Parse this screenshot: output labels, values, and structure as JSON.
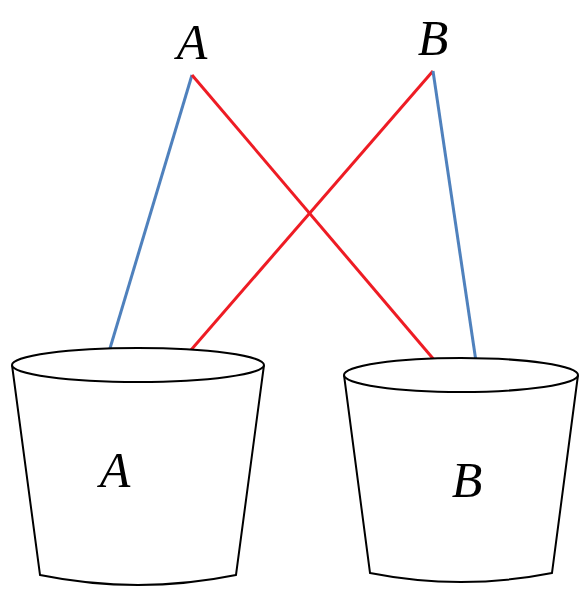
{
  "diagram": {
    "nodes": [
      {
        "text": [
          "A"
        ]
      },
      {
        "text": [
          "B"
        ]
      },
      {
        "text": [
          "A"
        ]
      },
      {
        "text": [
          "B"
        ]
      }
    ],
    "edges": [
      {
        "from": 0,
        "to": 2,
        "arrow": "to"
      },
      {
        "from": 0,
        "to": 3,
        "arrow": "to"
      },
      {
        "from": 1,
        "to": 2,
        "arrow": "to"
      },
      {
        "from": 1,
        "to": 3,
        "arrow": "to"
      }
    ]
  }
}
